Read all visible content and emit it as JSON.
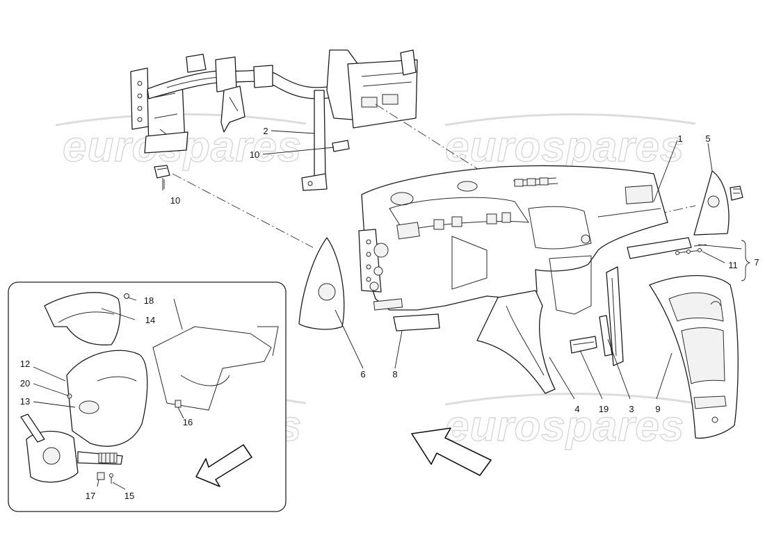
{
  "watermark": {
    "text": "eurospares"
  },
  "callouts": {
    "c1": "1",
    "c2": "2",
    "c3": "3",
    "c4": "4",
    "c5": "5",
    "c6": "6",
    "c7": "7",
    "c8": "8",
    "c9": "9",
    "c10a": "10",
    "c10b": "10",
    "c11": "11",
    "c12": "12",
    "c13": "13",
    "c14": "14",
    "c15": "15",
    "c16": "16",
    "c17": "17",
    "c18": "18",
    "c19": "19",
    "c20": "20"
  }
}
